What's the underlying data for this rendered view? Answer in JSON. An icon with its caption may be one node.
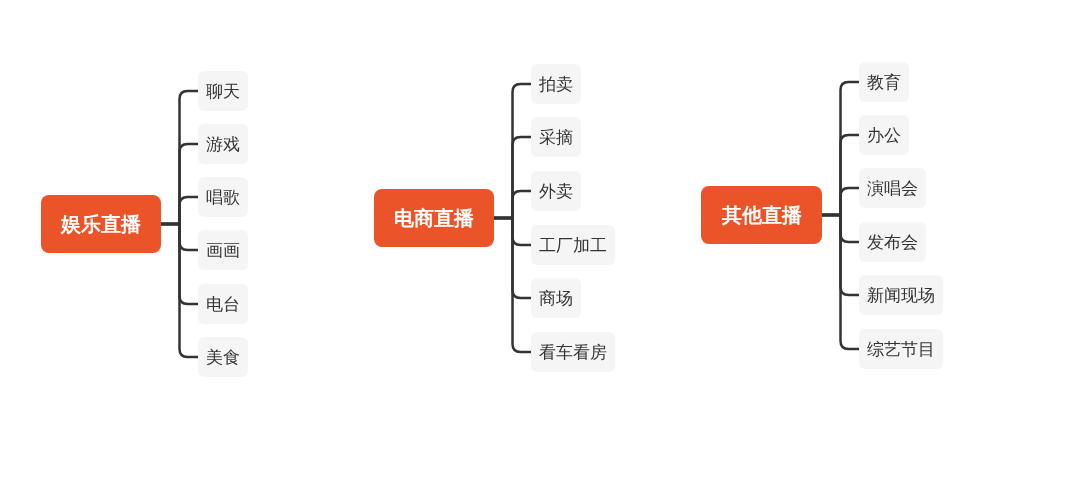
{
  "diagram": {
    "nodes": [
      {
        "text": [
          "娱乐直播"
        ]
      },
      {
        "text": [
          "聊天"
        ]
      },
      {
        "text": [
          "游戏"
        ]
      },
      {
        "text": [
          "唱歌"
        ]
      },
      {
        "text": [
          "画画"
        ]
      },
      {
        "text": [
          "电台"
        ]
      },
      {
        "text": [
          "美食"
        ]
      },
      {
        "text": [
          "电商直播"
        ]
      },
      {
        "text": [
          "拍卖"
        ]
      },
      {
        "text": [
          "采摘"
        ]
      },
      {
        "text": [
          "外卖"
        ]
      },
      {
        "text": [
          "工厂加工"
        ]
      },
      {
        "text": [
          "商场"
        ]
      },
      {
        "text": [
          "看车看房"
        ]
      },
      {
        "text": [
          "其他直播"
        ]
      },
      {
        "text": [
          "教育"
        ]
      },
      {
        "text": [
          "办公"
        ]
      },
      {
        "text": [
          "演唱会"
        ]
      },
      {
        "text": [
          "发布会"
        ]
      },
      {
        "text": [
          "新闻现场"
        ]
      },
      {
        "text": [
          "综艺节目"
        ]
      }
    ],
    "edges": [
      {
        "from": 0,
        "to": 1,
        "arrow": "none"
      },
      {
        "from": 0,
        "to": 2,
        "arrow": "none"
      },
      {
        "from": 0,
        "to": 3,
        "arrow": "none"
      },
      {
        "from": 0,
        "to": 4,
        "arrow": "none"
      },
      {
        "from": 0,
        "to": 5,
        "arrow": "none"
      },
      {
        "from": 0,
        "to": 6,
        "arrow": "none"
      },
      {
        "from": 7,
        "to": 8,
        "arrow": "none"
      },
      {
        "from": 7,
        "to": 9,
        "arrow": "none"
      },
      {
        "from": 7,
        "to": 10,
        "arrow": "none"
      },
      {
        "from": 7,
        "to": 11,
        "arrow": "none"
      },
      {
        "from": 7,
        "to": 12,
        "arrow": "none"
      },
      {
        "from": 7,
        "to": 13,
        "arrow": "none"
      },
      {
        "from": 14,
        "to": 15,
        "arrow": "none"
      },
      {
        "from": 14,
        "to": 16,
        "arrow": "none"
      },
      {
        "from": 14,
        "to": 17,
        "arrow": "none"
      },
      {
        "from": 14,
        "to": 18,
        "arrow": "none"
      },
      {
        "from": 14,
        "to": 19,
        "arrow": "none"
      },
      {
        "from": 14,
        "to": 20,
        "arrow": "none"
      }
    ]
  }
}
